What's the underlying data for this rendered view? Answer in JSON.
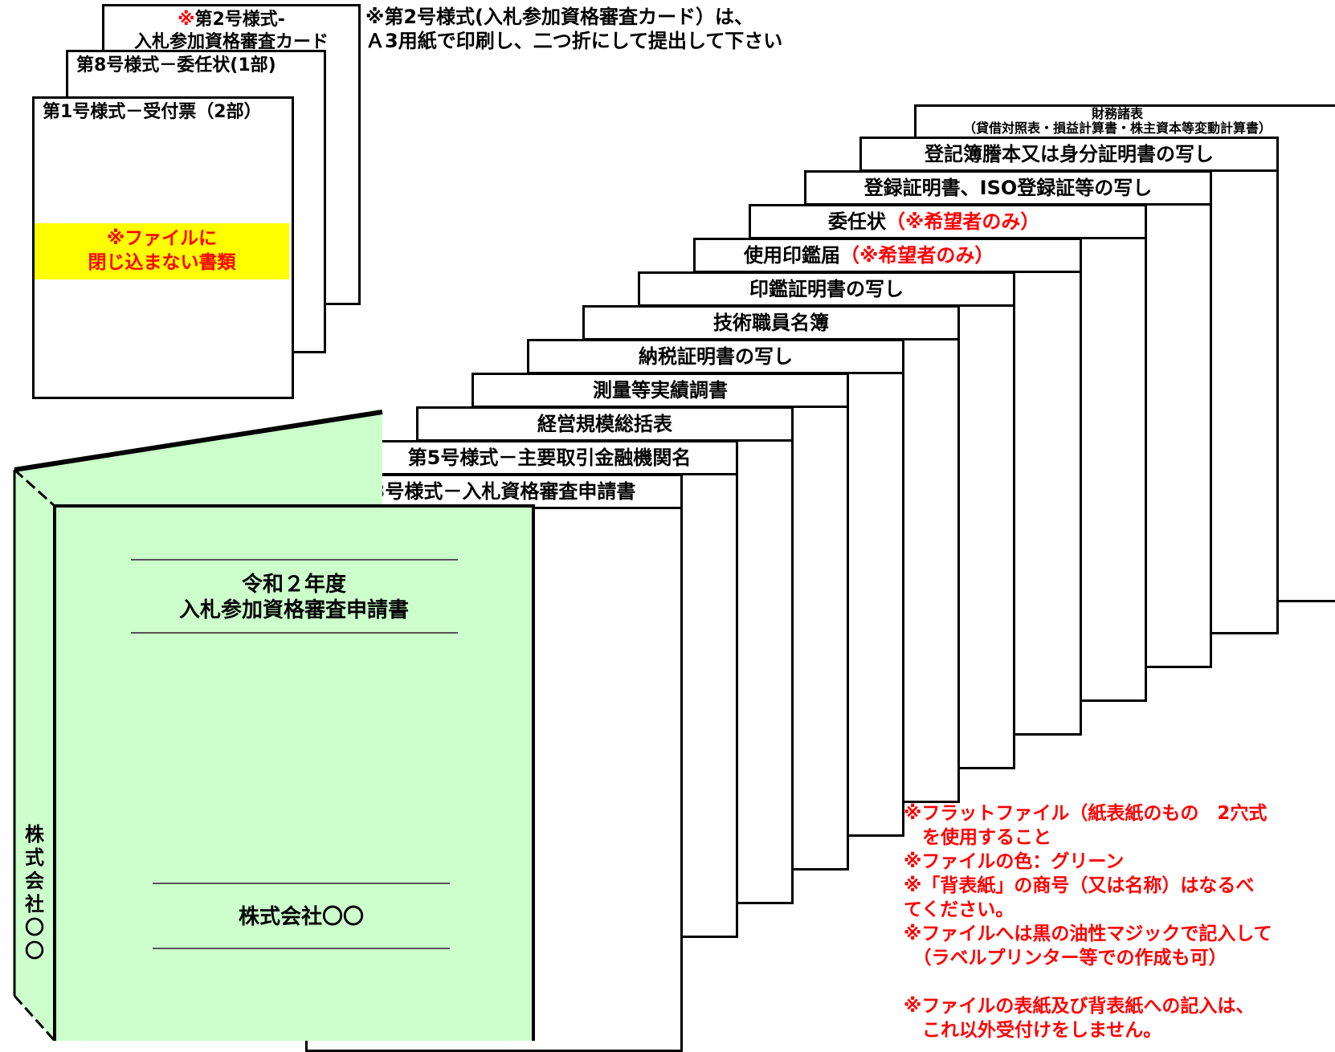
{
  "top_notes": {
    "a3_note_line1": "※第2号様式(入札参加資格審査カード）は、",
    "a3_note_line2": "Ａ3用紙で印刷し、二つ折にして提出して下さい"
  },
  "loose_documents": {
    "card2_mark": "※",
    "card2_line1": "第2号様式-",
    "card2_line2": "入札参加資格審査カード",
    "card8": "第8号様式－委任状(1部)",
    "card1": "第1号様式－受付票（2部）",
    "highlight_line1": "※ファイルに",
    "highlight_line2": "閉じ込まない書類"
  },
  "binder_documents": {
    "zaimu_line1": "財務諸表",
    "zaimu_line2": "（貸借対照表・損益計算書・株主資本等変動計算書）",
    "touki": "登記簿謄本又は身分証明書の写し",
    "touroku": "登録証明書、ISO登録証等の写し",
    "ininjo": "委任状",
    "ininjo_note": "（※希望者のみ）",
    "shiyo_inkan": "使用印鑑届",
    "shiyo_inkan_note": "（※希望者のみ）",
    "inkan_shomei": "印鑑証明書の写し",
    "gijutsu": "技術職員名簿",
    "nozei": "納税証明書の写し",
    "sokuryo": "測量等実績調書",
    "keiei": "経営規模総括表",
    "form5": "第5号様式－主要取引金融機関名",
    "form3": "第3号様式－入札資格審査申請書"
  },
  "cover": {
    "year": "令和２年度",
    "title": "入札参加資格審査申請書",
    "company": "株式会社〇〇",
    "spine_company": [
      "株",
      "式",
      "会",
      "社",
      "〇",
      "〇"
    ]
  },
  "file_notes": {
    "line1": "※フラットファイル（紙表紙のもの　2穴式",
    "line2": "　を使用すること",
    "line3": "※ファイルの色：グリーン",
    "line4": "※「背表紙」の商号（又は名称）はなるべ",
    "line5": "てください。",
    "line6": "※ファイルへは黒の油性マジックで記入して",
    "line7": "　（ラベルプリンター等での作成も可）",
    "line8": "",
    "line9": "※ファイルの表紙及び背表紙への記入は、",
    "line10": "　これ以外受付けをしません。"
  },
  "colors": {
    "binder_green": "#ccffcc",
    "highlight_yellow": "#ffff00",
    "note_red": "#ff0000"
  }
}
